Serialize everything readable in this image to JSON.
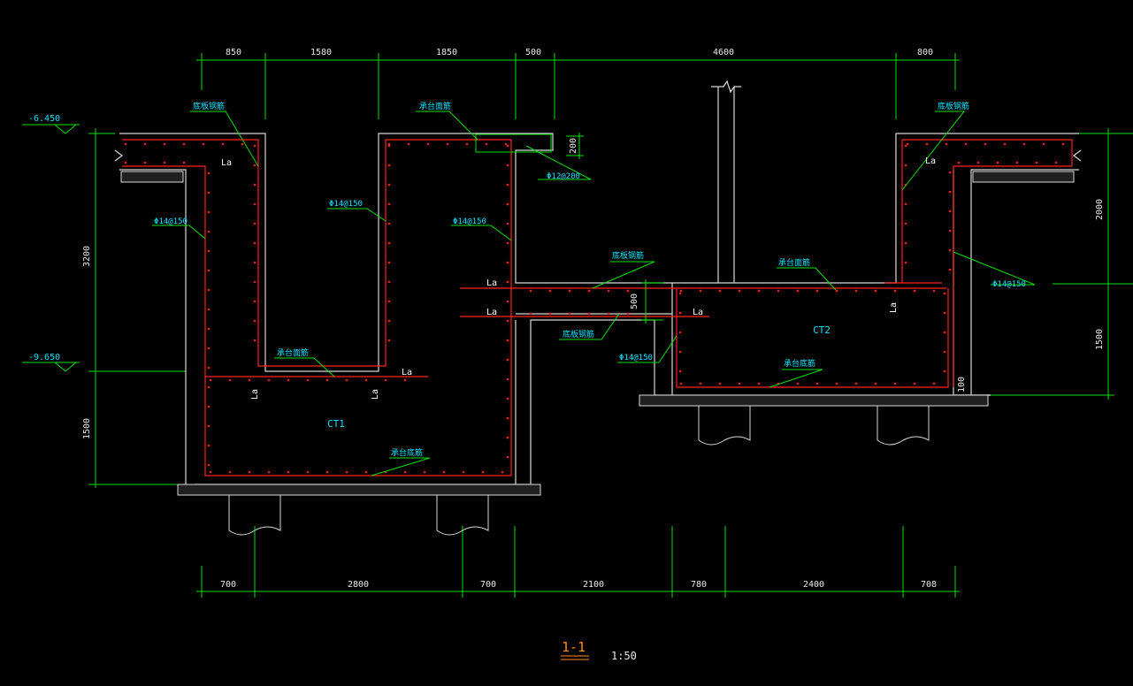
{
  "colors": {
    "background": "#000000",
    "dimension_line": "#00e000",
    "concrete_outline": "#d8d8d8",
    "rebar": "#ff2020",
    "annotation_text": "#00e5ff",
    "leader": "#00e000",
    "title": "#ff8c1a"
  },
  "top_dims": [
    "850",
    "1580",
    "1850",
    "500",
    "4600",
    "800"
  ],
  "bottom_dims": [
    "700",
    "2800",
    "700",
    "2100",
    "780",
    "2400",
    "708"
  ],
  "left_dims": [
    "3200",
    "1500"
  ],
  "right_dims": [
    "2000",
    "1500"
  ],
  "elevations": [
    "-6.450",
    "-9.650"
  ],
  "small_dims": {
    "d200": "200",
    "d500": "500",
    "d100": "100"
  },
  "rebar_labels": {
    "tl_top": "底板钢筋",
    "tc_top": "承台面筋",
    "tr_top": "底板钢筋",
    "phi12": "Φ12@200",
    "phi14_left": "Φ14@150",
    "phi14_mid": "Φ14@150",
    "phi14_midright": "Φ14@150",
    "phi14_right": "Φ14@150",
    "phi14_lowmid": "Φ14@150",
    "slab_top": "底板钢筋",
    "slab_bottom": "底板钢筋",
    "ct2_top": "承台面筋",
    "ct1_top": "承台面筋",
    "ct1_bottom": "承台底筋",
    "ct2_bottom": "承台底筋"
  },
  "la_labels": [
    "La",
    "La",
    "La",
    "La",
    "La",
    "La",
    "La",
    "La"
  ],
  "caps": {
    "ct1": "CT1",
    "ct2": "CT2"
  },
  "section": {
    "name": "1-1",
    "scale": "1:50"
  }
}
